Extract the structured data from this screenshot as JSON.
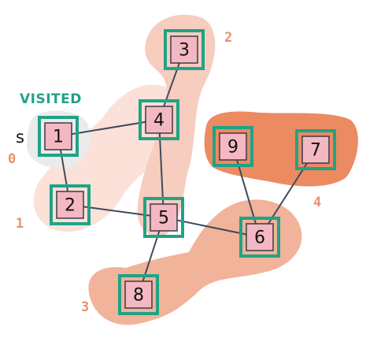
{
  "header": {
    "visited_label": "VISITED",
    "source_label": "s"
  },
  "layers": [
    {
      "number": "0",
      "nodes": [
        "1"
      ]
    },
    {
      "number": "1",
      "nodes": [
        "2",
        "4"
      ]
    },
    {
      "number": "2",
      "nodes": [
        "3",
        "5"
      ]
    },
    {
      "number": "3",
      "nodes": [
        "6",
        "8"
      ]
    },
    {
      "number": "4",
      "nodes": [
        "7",
        "9"
      ]
    }
  ],
  "nodes": [
    "1",
    "2",
    "3",
    "4",
    "5",
    "6",
    "7",
    "8",
    "9"
  ],
  "edges": [
    [
      "1",
      "4"
    ],
    [
      "1",
      "2"
    ],
    [
      "3",
      "4"
    ],
    [
      "4",
      "5"
    ],
    [
      "2",
      "5"
    ],
    [
      "5",
      "6"
    ],
    [
      "5",
      "8"
    ],
    [
      "9",
      "6"
    ],
    [
      "7",
      "6"
    ]
  ],
  "colors": {
    "visited_frame": "#20a386",
    "node_fill": "#f4b8c3",
    "edge": "#3e4a5e",
    "layer_label": "#e8906e",
    "layer_0_region": "#ebebeb",
    "layer_1_region": "#fbe1d8",
    "layer_2_region": "#f6cdbf",
    "layer_3_region": "#f1b39a",
    "layer_4_region": "#ec8a62"
  }
}
